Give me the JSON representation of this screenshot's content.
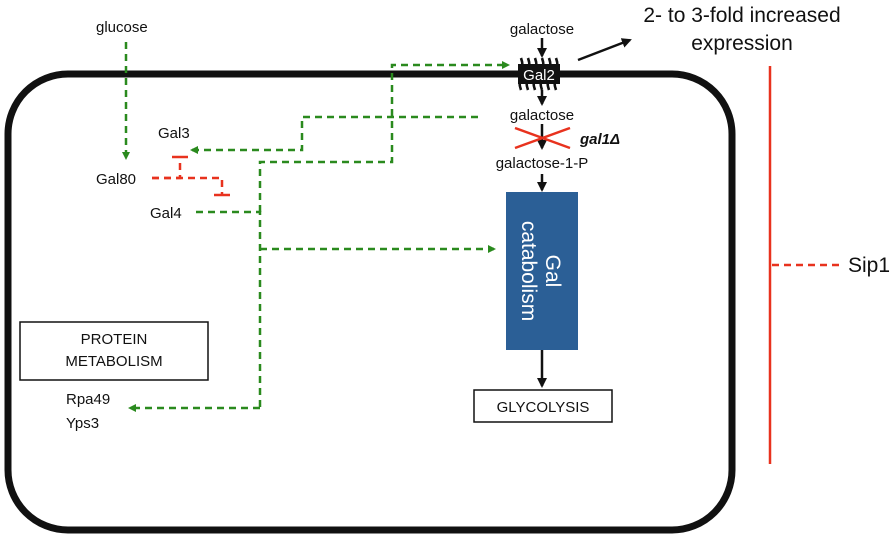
{
  "labels": {
    "glucose": "glucose",
    "galactose_outside": "galactose",
    "gal2": "Gal2",
    "increased_expression_line1": "2- to 3-fold increased",
    "increased_expression_line2": "expression",
    "galactose_inside": "galactose",
    "gal1_deletion": "gal1Δ",
    "galactose_1p": "galactose-1-P",
    "gal3": "Gal3",
    "gal80": "Gal80",
    "gal4": "Gal4",
    "gal_catabolism_line1": "Gal",
    "gal_catabolism_line2": "catabolism",
    "protein_metabolism_line1": "PROTEIN",
    "protein_metabolism_line2": "METABOLISM",
    "rpa49": "Rpa49",
    "yps3": "Yps3",
    "glycolysis": "GLYCOLYSIS",
    "sip1": "Sip1"
  },
  "colors": {
    "activation": "#2a8a1e",
    "inhibition": "#e8321e",
    "catabolism_box": "#2b5f96",
    "cell_border": "#111111"
  }
}
